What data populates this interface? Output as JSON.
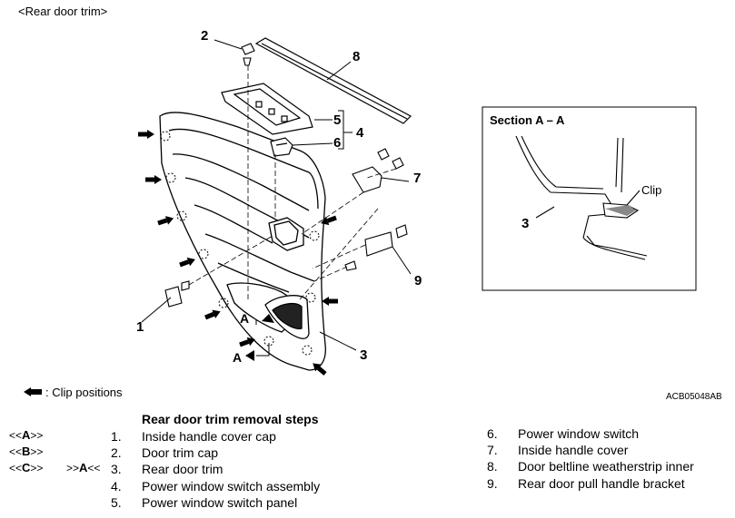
{
  "title": "<Rear door trim>",
  "legend": ": Clip positions",
  "figure_id": "ACB05048AB",
  "callouts": [
    "1",
    "2",
    "3",
    "4",
    "5",
    "6",
    "7",
    "8",
    "9"
  ],
  "section_marker": "A",
  "section": {
    "title": "Section A – A",
    "clip_label": "Clip",
    "part_label": "3"
  },
  "steps_title": "Rear door trim removal steps",
  "refs": {
    "a": {
      "pre": "<<",
      "letter": "A",
      "post": ">>"
    },
    "b": {
      "pre": "<<",
      "letter": "B",
      "post": ">>"
    },
    "c": {
      "pre": "<<",
      "letter": "C",
      "post": ">>"
    },
    "c2": {
      "pre": ">>",
      "letter": "A",
      "post": "<<"
    }
  },
  "steps_left": [
    {
      "num": "1.",
      "text": "Inside handle cover cap"
    },
    {
      "num": "2.",
      "text": "Door trim cap"
    },
    {
      "num": "3.",
      "text": "Rear door trim"
    },
    {
      "num": "4.",
      "text": "Power window switch assembly"
    },
    {
      "num": "5.",
      "text": "Power window switch panel"
    }
  ],
  "steps_right": [
    {
      "num": "6.",
      "text": "Power window switch"
    },
    {
      "num": "7.",
      "text": "Inside handle cover"
    },
    {
      "num": "8.",
      "text": "Door beltline weatherstrip inner"
    },
    {
      "num": "9.",
      "text": "Rear door pull handle bracket"
    }
  ]
}
